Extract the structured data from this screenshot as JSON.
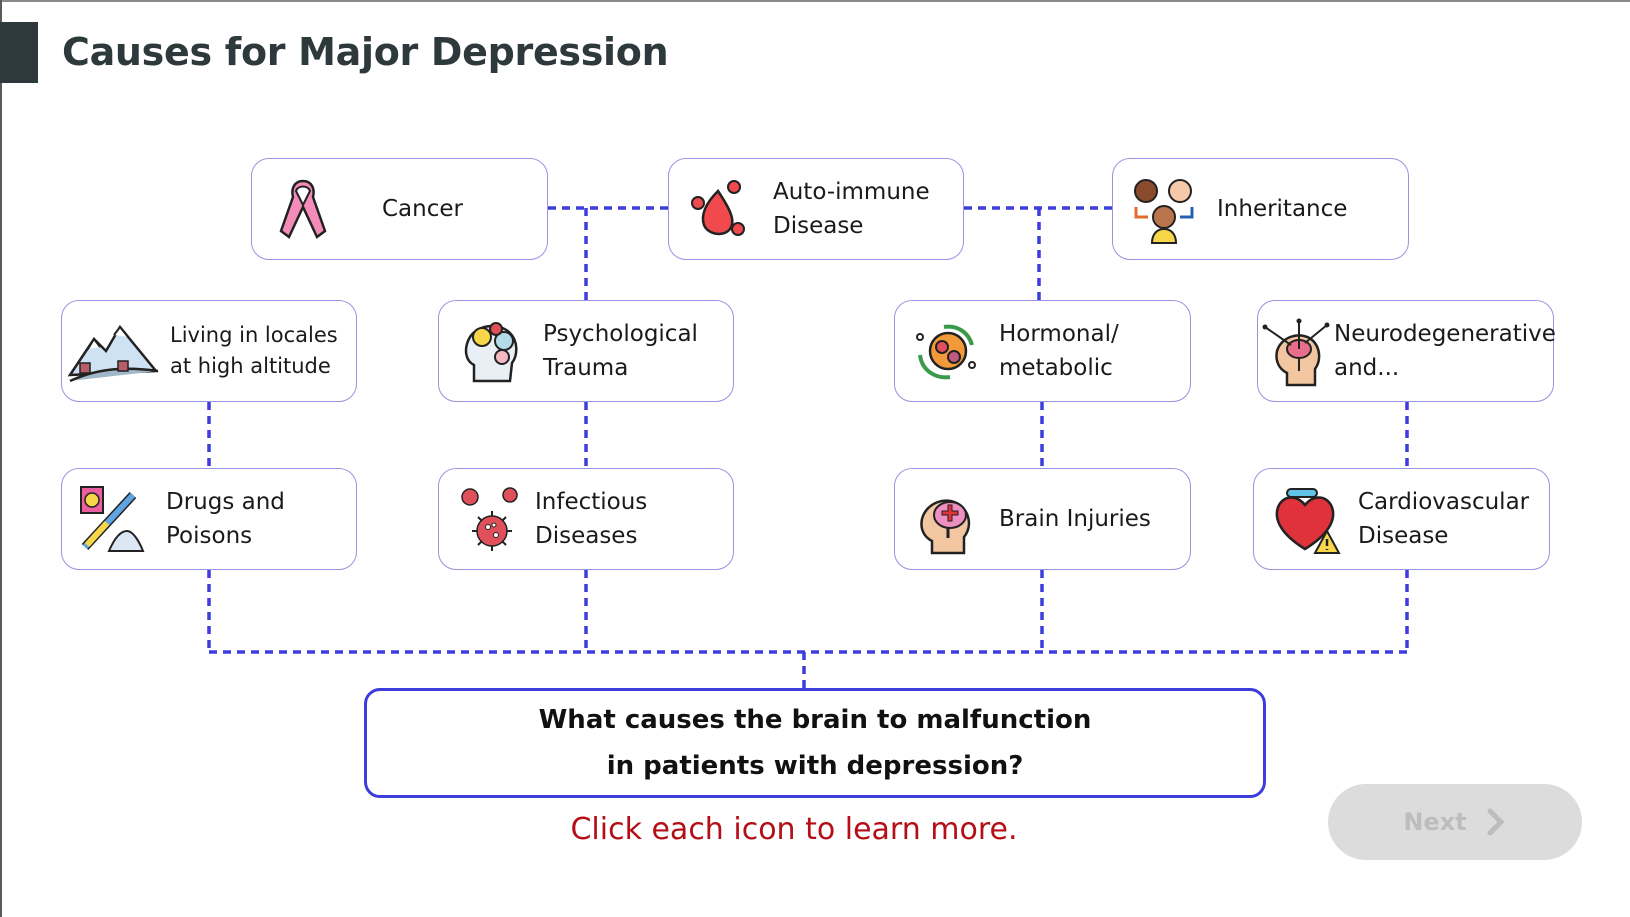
{
  "page": {
    "title": "Causes for Major Depression"
  },
  "causes": [
    {
      "id": "cancer",
      "label": "Cancer",
      "icon": "pink-ribbon-icon"
    },
    {
      "id": "autoimmune",
      "label": "Auto-immune\nDisease",
      "icon": "blood-drop-antibody-icon"
    },
    {
      "id": "inheritance",
      "label": "Inheritance",
      "icon": "family-inheritance-icon"
    },
    {
      "id": "altitude",
      "label": "Living in locales\nat high altitude",
      "icon": "mountain-village-icon"
    },
    {
      "id": "trauma",
      "label": "Psychological\nTrauma",
      "icon": "emotional-head-icon"
    },
    {
      "id": "hormonal",
      "label": "Hormonal/\nmetabolic",
      "icon": "metabolism-cycle-icon"
    },
    {
      "id": "neuro",
      "label": "Neurodegenerative\nand...",
      "icon": "brain-network-head-icon"
    },
    {
      "id": "drugs",
      "label": "Drugs and\nPoisons",
      "icon": "syringe-drugs-icon"
    },
    {
      "id": "infectious",
      "label": "Infectious\nDiseases",
      "icon": "virus-icon"
    },
    {
      "id": "brain",
      "label": "Brain Injuries",
      "icon": "brain-injury-head-icon"
    },
    {
      "id": "cardio",
      "label": "Cardiovascular\nDisease",
      "icon": "heart-warning-icon"
    }
  ],
  "question": "What causes the brain to malfunction\nin patients with depression?",
  "hint": "Click each icon to learn more.",
  "next_button": {
    "label": "Next",
    "enabled": false
  },
  "colors": {
    "connector": "#3d3ddd",
    "card_border": "#9a94e0",
    "hint": "#b40f16",
    "title": "#2e393b"
  }
}
